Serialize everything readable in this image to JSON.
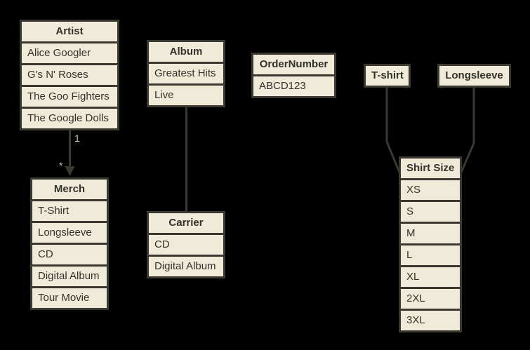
{
  "diagram": {
    "colors": {
      "background": "#000000",
      "cell_fill": "#f0ebd8",
      "border": "#3a3830",
      "text": "#33312b",
      "edge_label": "#c8c3b4"
    },
    "tables": {
      "artist": {
        "title": "Artist",
        "rows": [
          "Alice Googler",
          "G's N' Roses",
          "The Goo Fighters",
          "The Google Dolls"
        ]
      },
      "merch": {
        "title": "Merch",
        "rows": [
          "T-Shirt",
          "Longsleeve",
          "CD",
          "Digital Album",
          "Tour Movie"
        ]
      },
      "album": {
        "title": "Album",
        "rows": [
          "Greatest Hits",
          "Live"
        ]
      },
      "carrier": {
        "title": "Carrier",
        "rows": [
          "CD",
          "Digital Album"
        ]
      },
      "order_number": {
        "title": "OrderNumber",
        "rows": [
          "ABCD123"
        ]
      },
      "tshirt": {
        "title": "T-shirt",
        "rows": []
      },
      "longsleeve": {
        "title": "Longsleeve",
        "rows": []
      },
      "shirt_size": {
        "title": "Shirt Size",
        "rows": [
          "XS",
          "S",
          "M",
          "L",
          "XL",
          "2XL",
          "3XL"
        ]
      }
    },
    "edges": [
      {
        "from": "artist",
        "to": "merch",
        "start_label": "1",
        "end_label": "*",
        "arrow": "end"
      },
      {
        "from": "album",
        "to": "carrier",
        "start_label": "",
        "end_label": "",
        "arrow": "none"
      },
      {
        "from": "tshirt",
        "to": "shirt_size",
        "start_label": "",
        "end_label": "",
        "arrow": "none"
      },
      {
        "from": "longsleeve",
        "to": "shirt_size",
        "start_label": "",
        "end_label": "",
        "arrow": "none"
      }
    ]
  }
}
